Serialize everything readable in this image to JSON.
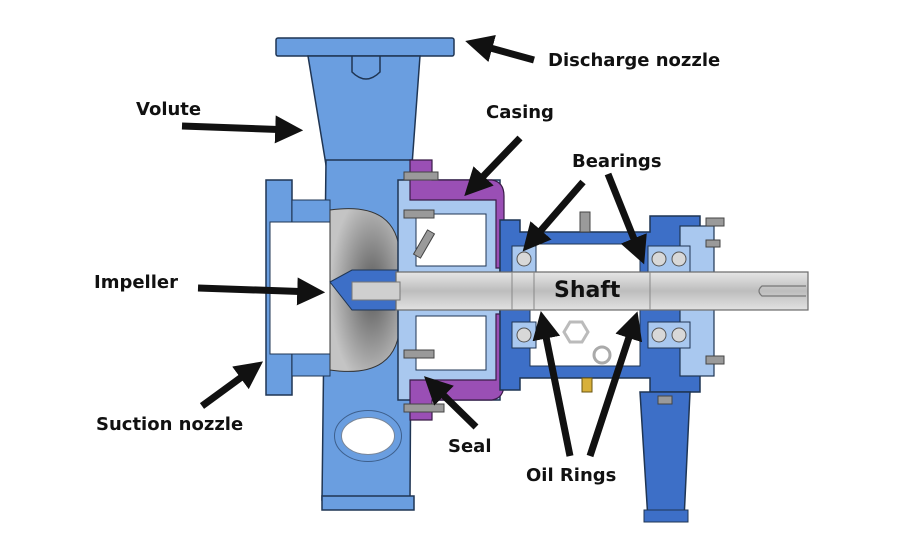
{
  "title": "Centrifugal pump cross-section",
  "colors": {
    "body": "#6a9ee0",
    "body_dark": "#3d6fc7",
    "body_light": "#a9c8ef",
    "casing": "#9a4fb5",
    "shaft": "#c8c8c8",
    "impeller": "#777777",
    "bolt": "#8c8c8c",
    "arrow": "#111111",
    "outline": "#1f3553"
  },
  "labels": {
    "discharge_nozzle": "Discharge nozzle",
    "volute": "Volute",
    "casing": "Casing",
    "bearings": "Bearings",
    "impeller": "Impeller",
    "shaft": "Shaft",
    "suction_nozzle": "Suction nozzle",
    "seal": "Seal",
    "oil_rings": "Oil Rings"
  }
}
